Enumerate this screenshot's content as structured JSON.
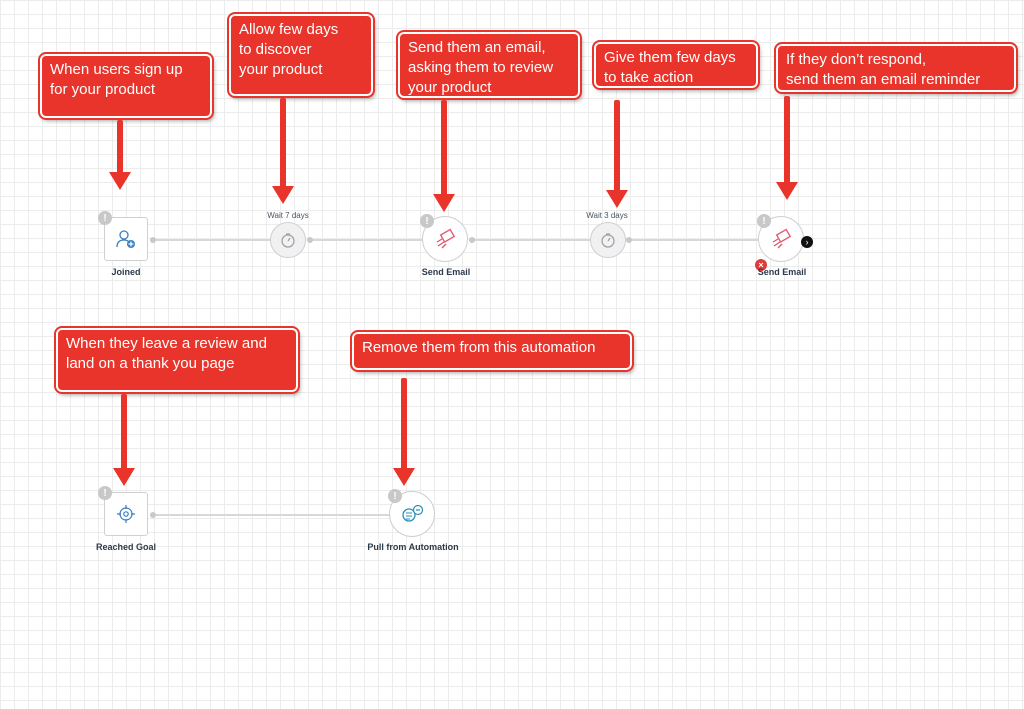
{
  "callouts": {
    "signup": "When users sign up\nfor your product",
    "allow_days": "Allow few days\nto discover\nyour product",
    "send_email": "Send them an email,\nasking them to review\nyour product",
    "give_days": "Give them few days\nto take action",
    "reminder": "If they don’t respond,\nsend them an email reminder",
    "review": "When they leave a review and\nland on a thank you page",
    "remove": "Remove them from this automation"
  },
  "nodes": {
    "joined": "Joined",
    "wait1": "Wait  7 days",
    "send_email_1": "Send Email",
    "wait2": "Wait  3 days",
    "send_email_2": "Send Email",
    "reached_goal": "Reached Goal",
    "pull_from_automation": "Pull from Automation"
  },
  "icons": {
    "warning": "!",
    "error": "×",
    "next": "›"
  },
  "colors": {
    "callout": "#e8342a",
    "email_icon": "#e0566a",
    "user_icon": "#3a7fc1",
    "goal_icon": "#3a7fc1",
    "pull_icon": "#2a8fb8"
  }
}
